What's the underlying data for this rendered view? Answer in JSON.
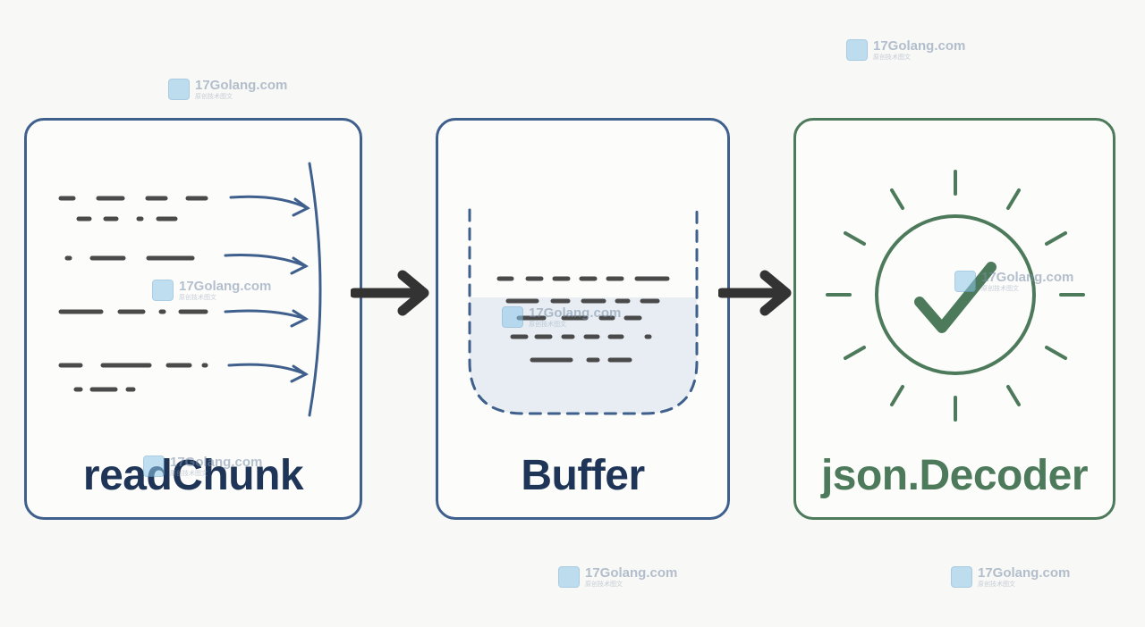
{
  "panels": [
    {
      "label": "readChunk",
      "color": "#3f5f8c"
    },
    {
      "label": "Buffer",
      "color": "#3f5f8c"
    },
    {
      "label": "json.Decoder",
      "color": "#4d7a5a"
    }
  ],
  "watermark": {
    "site": "17Golang.com",
    "sub": "原创技术图文"
  },
  "colors": {
    "blue": "#3f5f8c",
    "green": "#4d7a5a",
    "dash": "#4a4a4a",
    "arrow": "#333333",
    "buffer_fill": "#e7edf3"
  }
}
